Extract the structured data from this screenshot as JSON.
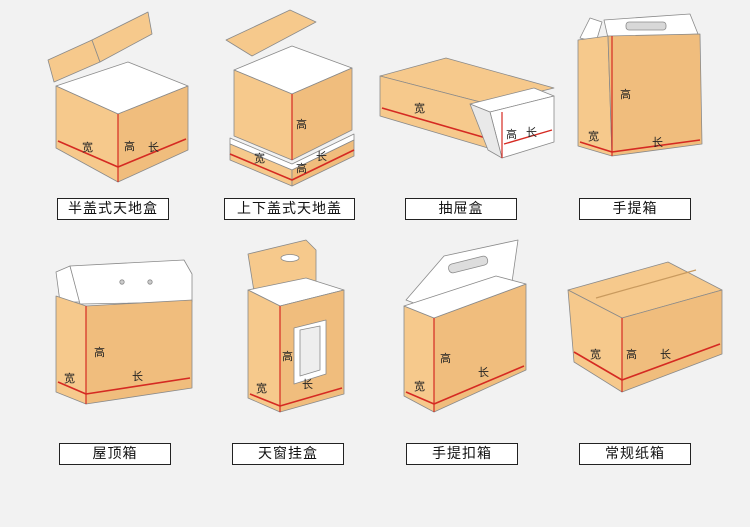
{
  "dimension_marks": {
    "width": "宽",
    "height": "高",
    "length": "长"
  },
  "colors": {
    "kraft": "#f6c98c",
    "kraft_dark": "#e8b26f",
    "inner": "#ffffff",
    "edge_red": "#d52a22",
    "outline": "#777777",
    "background": "#f2f2f2"
  },
  "box_types": [
    {
      "label": "半盖式天地盒"
    },
    {
      "label": "上下盖式天地盖"
    },
    {
      "label": "抽屉盒"
    },
    {
      "label": "手提箱"
    },
    {
      "label": "屋顶箱"
    },
    {
      "label": "天窗挂盒"
    },
    {
      "label": "手提扣箱"
    },
    {
      "label": "常规纸箱"
    }
  ]
}
